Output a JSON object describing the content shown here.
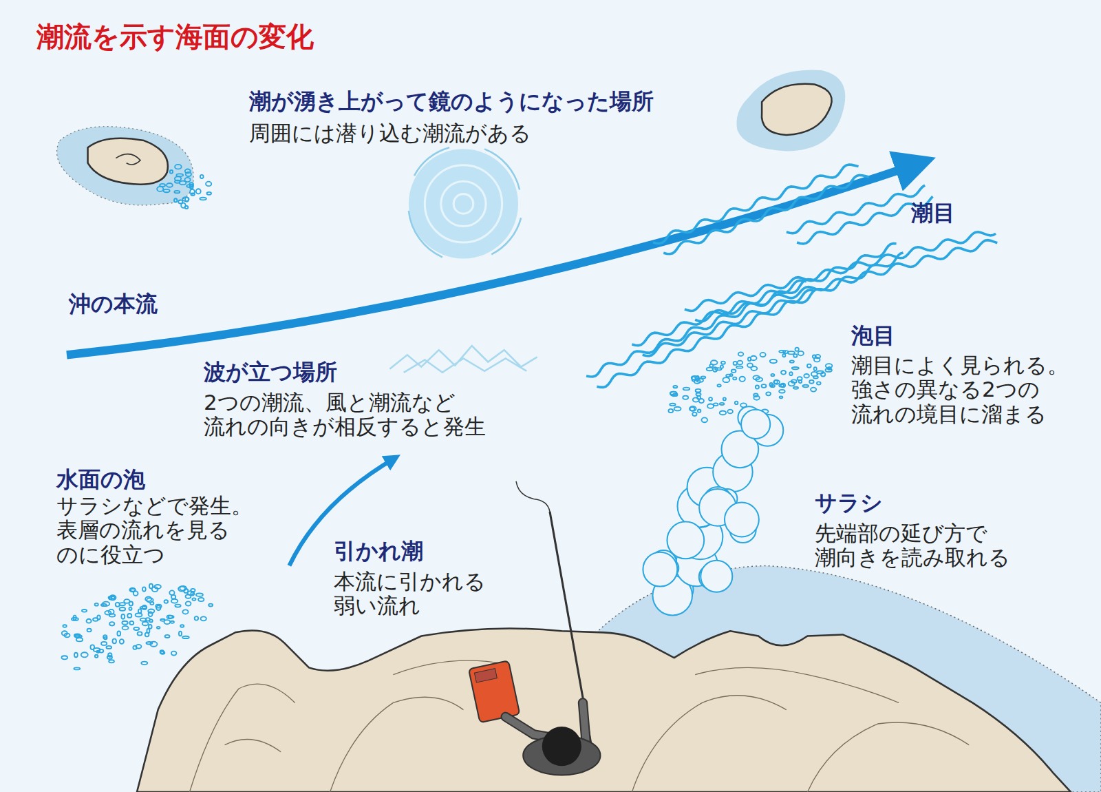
{
  "diagram": {
    "title": "潮流を示す海面の変化",
    "labels": [
      "潮が湧き上がって鏡のようになった場所",
      "周囲には潜り込む潮流がある",
      "潮目",
      "沖の本流",
      "泡目",
      "潮目によく見られる。 強さの異なる2つの 流れの境目に溜まる",
      "波が立つ場所",
      "2つの潮流、風と潮流など 流れの向きが相反すると発生",
      "水面の泡",
      "サラシなどで発生。 表層の流れを見る のに役立つ",
      "引かれ潮",
      "本流に引かれる 弱い流れ",
      "サラシ",
      "先端部の延び方で 潮向きを読み取れる"
    ]
  }
}
